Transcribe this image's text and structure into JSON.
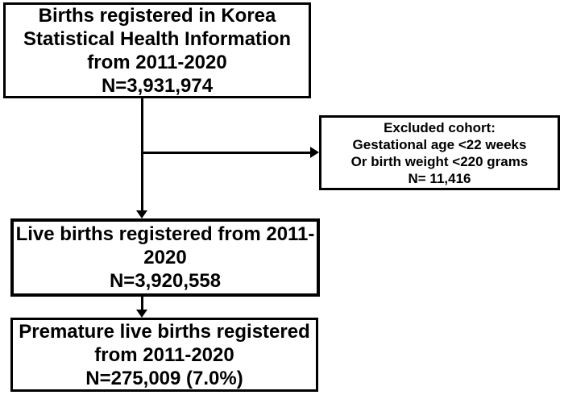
{
  "colors": {
    "ink": "#000000",
    "background": "#ffffff"
  },
  "boxes": {
    "source": {
      "lines": [
        "Births registered in Korea",
        "Statistical Health Information",
        "from 2011-2020",
        "N=3,931,974"
      ]
    },
    "excluded": {
      "lines": [
        "Excluded cohort:",
        "Gestational age <22 weeks",
        "Or birth weight <220 grams",
        "N= 11,416"
      ]
    },
    "live": {
      "lines": [
        "Live births registered from 2011-",
        "2020",
        "N=3,920,558"
      ]
    },
    "premature": {
      "lines": [
        "Premature live births registered",
        "from 2011-2020",
        "N=275,009 (7.0%)"
      ]
    }
  }
}
